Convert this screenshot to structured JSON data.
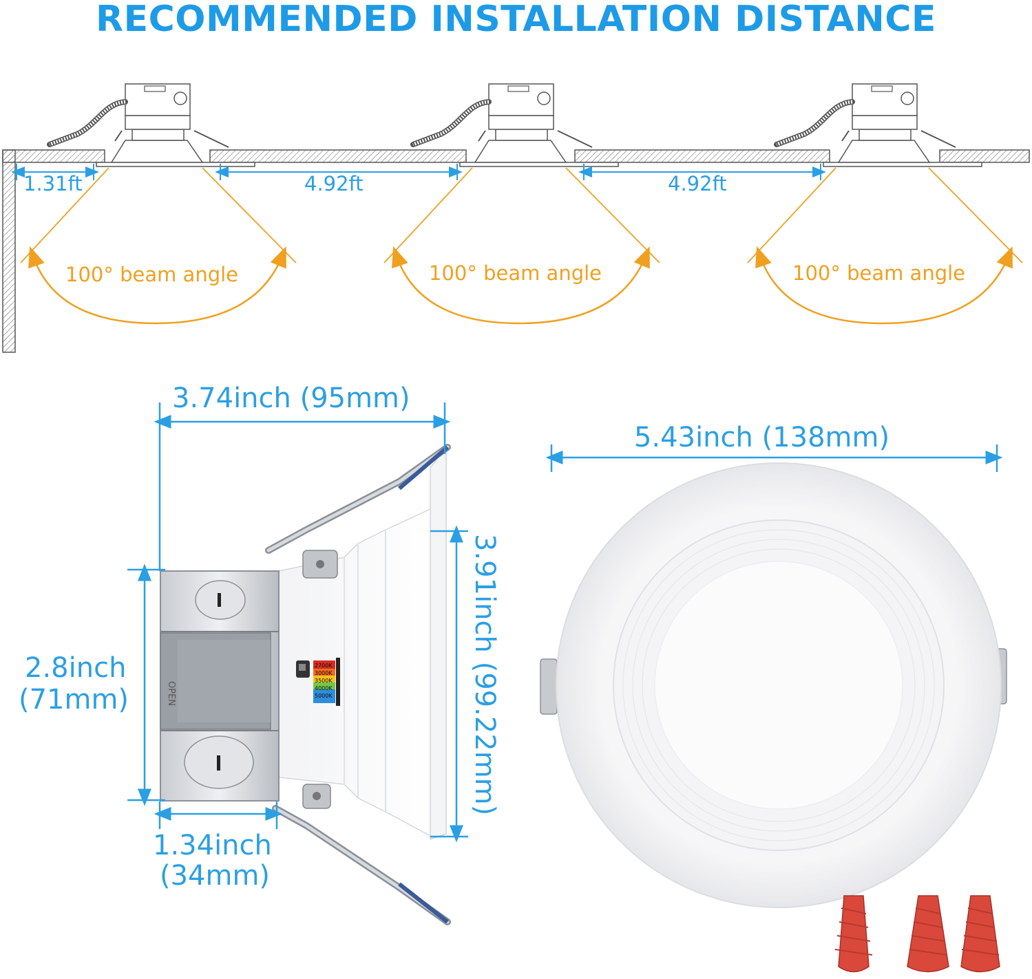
{
  "title": "RECOMMENDED INSTALLATION DISTANCE",
  "colors": {
    "title": "#1e9be6",
    "dimension": "#2b9fe3",
    "beam": "#f0a020",
    "line": "#555555",
    "connector": "#d9483a"
  },
  "installation": {
    "wall_distance": "1.31ft",
    "spacing_1": "4.92ft",
    "spacing_2": "4.92ft",
    "beam_labels": [
      "100° beam angle",
      "100° beam angle",
      "100° beam angle"
    ]
  },
  "side_view": {
    "width": "3.74inch (95mm)",
    "box_height_line1": "2.8inch",
    "box_height_line2": "(71mm)",
    "box_depth_line1": "1.34inch",
    "box_depth_line2": "(34mm)",
    "total_height": "3.91inch (99.22mm)",
    "cct_options": [
      "2700K",
      "3000K",
      "3500K",
      "4000K",
      "5000K"
    ],
    "box_label": "OPEN"
  },
  "front_view": {
    "diameter": "5.43inch (138mm)"
  },
  "icons": [
    "downlight-icon",
    "junction-box-icon",
    "wire-connector-icon"
  ]
}
